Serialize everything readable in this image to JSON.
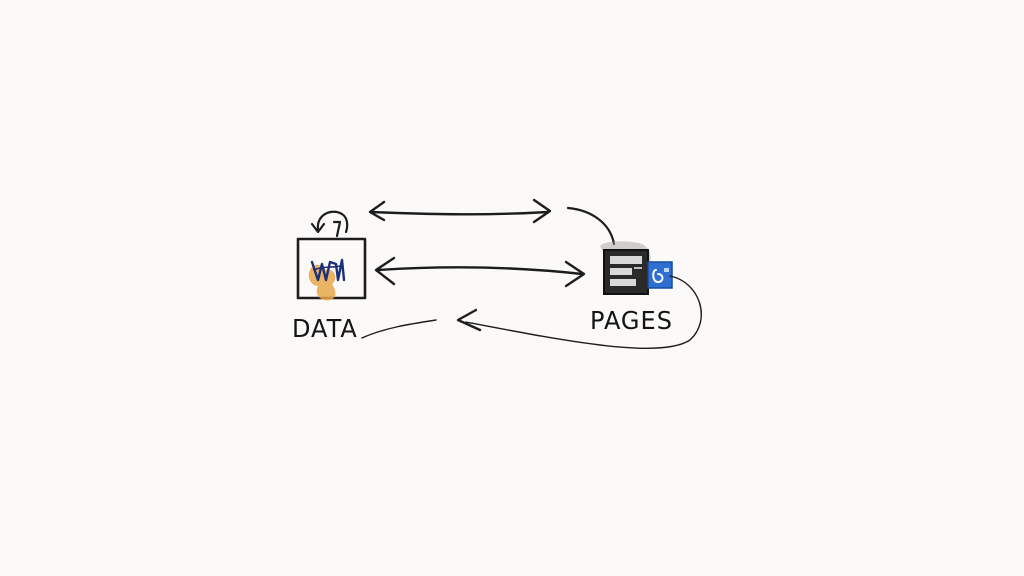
{
  "nodes": {
    "data": {
      "label": "DATA",
      "icon": "database-window-icon"
    },
    "pages": {
      "label": "PAGES",
      "icon": "page-stack-icon"
    }
  },
  "edges": [
    {
      "from": "data",
      "to": "pages",
      "direction": "bidirectional"
    },
    {
      "from": "data",
      "to": "pages",
      "direction": "bidirectional"
    },
    {
      "from": "pages",
      "to": "data",
      "direction": "return-loop"
    }
  ],
  "colors": {
    "ink": "#1d1d1d",
    "accent_orange": "#e8a64a",
    "accent_navy": "#1c2f7a",
    "accent_blue": "#2e6fd1",
    "background": "#fbfaf8"
  }
}
